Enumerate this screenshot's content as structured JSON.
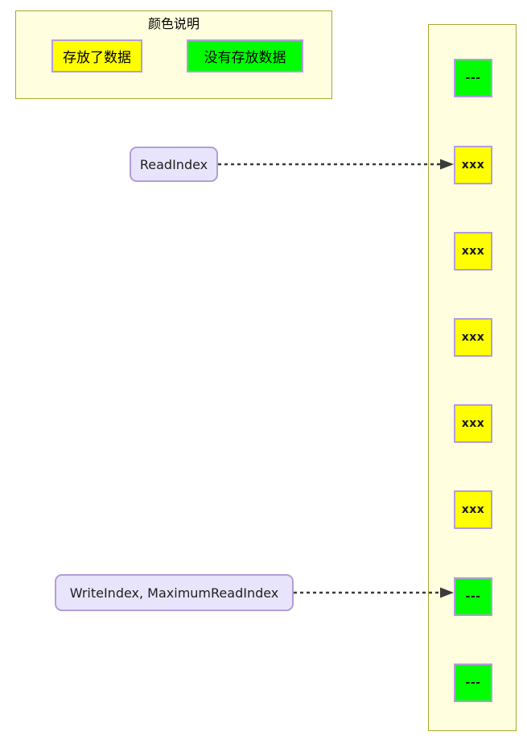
{
  "legend": {
    "title": "颜色说明",
    "items": [
      {
        "label": "存放了数据",
        "color": "#ffff00",
        "name": "legend-swatch-stored"
      },
      {
        "label": "没有存放数据",
        "color": "#00ff00",
        "name": "legend-swatch-empty"
      }
    ],
    "panel_fill": "#ffffe0",
    "panel_border": "#a8a82c"
  },
  "buffer": {
    "panel_fill": "#ffffe0",
    "panel_border": "#a8a82c",
    "cell_border": "#b39ddb",
    "cells": [
      {
        "text": "---",
        "state": "empty",
        "color": "#00ff00"
      },
      {
        "text": "xxx",
        "state": "filled",
        "color": "#ffff00"
      },
      {
        "text": "xxx",
        "state": "filled",
        "color": "#ffff00"
      },
      {
        "text": "xxx",
        "state": "filled",
        "color": "#ffff00"
      },
      {
        "text": "xxx",
        "state": "filled",
        "color": "#ffff00"
      },
      {
        "text": "xxx",
        "state": "filled",
        "color": "#ffff00"
      },
      {
        "text": "---",
        "state": "empty",
        "color": "#00ff00"
      },
      {
        "text": "---",
        "state": "empty",
        "color": "#00ff00"
      }
    ]
  },
  "pointers": [
    {
      "label": "ReadIndex",
      "target_cell_index": 1,
      "box_fill": "#e8e4fb",
      "box_border": "#b39ddb"
    },
    {
      "label": "WriteIndex, MaximumReadIndex",
      "target_cell_index": 6,
      "box_fill": "#e8e4fb",
      "box_border": "#b39ddb"
    }
  ],
  "connector": {
    "style": "dotted",
    "color": "#3b3b3b",
    "arrowhead": "filled-triangle"
  }
}
